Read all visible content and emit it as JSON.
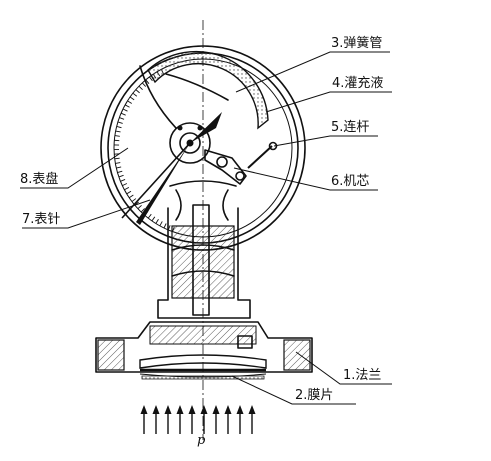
{
  "labels": {
    "part1": "1.法兰",
    "part2": "2.膜片",
    "part3": "3.弹簧管",
    "part4": "4.灌充液",
    "part5": "5.连杆",
    "part6": "6.机芯",
    "part7": "7.表针",
    "part8": "8.表盘",
    "pressure": "p"
  }
}
